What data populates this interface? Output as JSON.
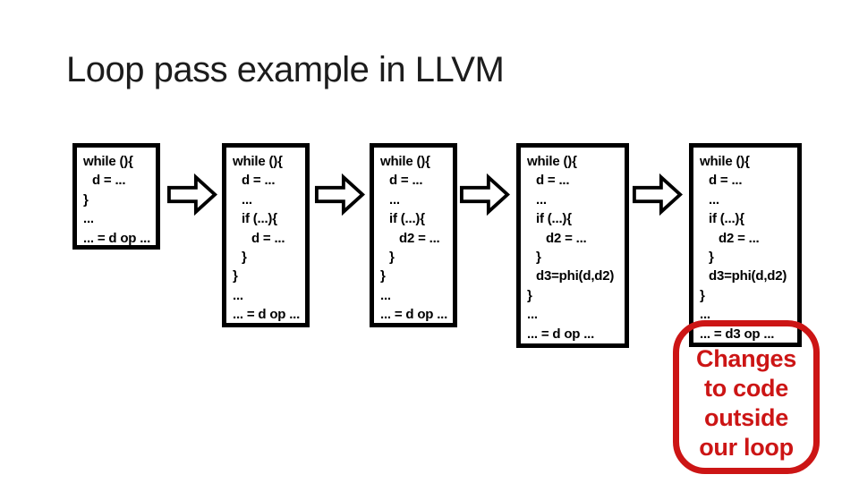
{
  "slide": {
    "title": "Loop pass example in LLVM",
    "boxes": [
      {
        "name": "code-stage-1",
        "lines": [
          "while (){",
          "d = ...",
          "}",
          "...",
          "... = d op ..."
        ],
        "indents": [
          0,
          1,
          0,
          0,
          0
        ]
      },
      {
        "name": "code-stage-2",
        "lines": [
          "while (){",
          "d = ...",
          "...",
          "if (...){",
          "d = ...",
          "}",
          "}",
          "...",
          "... = d op ..."
        ],
        "indents": [
          0,
          1,
          1,
          1,
          2,
          1,
          0,
          0,
          0
        ]
      },
      {
        "name": "code-stage-3",
        "lines": [
          "while (){",
          "d = ...",
          "...",
          "if (...){",
          "d2 = ...",
          "}",
          "}",
          "...",
          "... = d op ..."
        ],
        "indents": [
          0,
          1,
          1,
          1,
          2,
          1,
          0,
          0,
          0
        ]
      },
      {
        "name": "code-stage-4",
        "lines": [
          "while (){",
          "d = ...",
          "...",
          "if (...){",
          "d2 = ...",
          "}",
          "d3=phi(d,d2)",
          "}",
          "...",
          "... = d op ..."
        ],
        "indents": [
          0,
          1,
          1,
          1,
          2,
          1,
          1,
          0,
          0,
          0
        ]
      },
      {
        "name": "code-stage-5",
        "lines": [
          "while (){",
          "d = ...",
          "...",
          "if (...){",
          "d2 = ...",
          "}",
          "d3=phi(d,d2)",
          "}",
          "...",
          "... = d3 op ..."
        ],
        "indents": [
          0,
          1,
          1,
          1,
          2,
          1,
          1,
          0,
          0,
          0
        ]
      }
    ],
    "callout": {
      "lines": [
        "Changes",
        "to code",
        "outside",
        "our loop"
      ],
      "color": "#cc1515"
    },
    "colors": {
      "background": "#ffffff",
      "ink": "#000000",
      "accent_red": "#cc1515"
    }
  }
}
